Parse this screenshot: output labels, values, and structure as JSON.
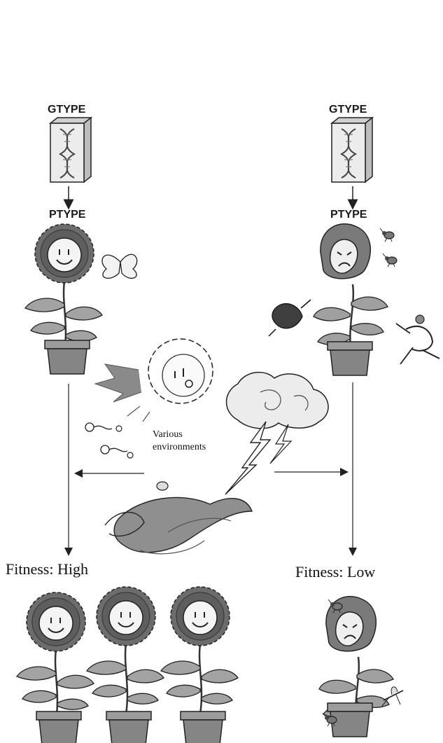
{
  "labels": {
    "genotype_left": "GTYPE",
    "genotype_right": "GTYPE",
    "phenotype_left": "PTYPE",
    "phenotype_right": "PTYPE",
    "environment_line1": "Various",
    "environment_line2": "environments",
    "fitness_high": "Fitness: High",
    "fitness_low": "Fitness: Low"
  },
  "colors": {
    "ink": "#222222",
    "leaf": "#9a9a9a",
    "pot": "#8a8a8a",
    "petal": "#6e6e6e",
    "face": "#f4f4f4"
  },
  "icons": {
    "dna_box": "dna-box-icon",
    "sunflower": "sunflower-icon",
    "wilted_flower": "wilted-flower-icon",
    "sun": "sun-icon",
    "wind": "wind-icon",
    "lightning": "lightning-icon",
    "insect": "insect-icon"
  }
}
